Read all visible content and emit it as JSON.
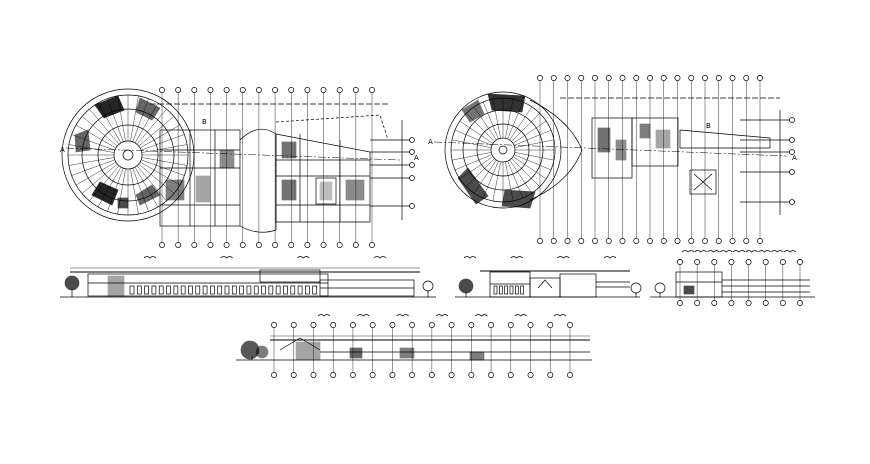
{
  "drawing": {
    "stroke_color": "#000000",
    "background_color": "#ffffff",
    "plans": [
      {
        "name": "ground-floor-plan",
        "grid_marker_count": 14,
        "section_marks": [
          "A",
          "A",
          "B"
        ]
      },
      {
        "name": "upper-floor-plan",
        "grid_marker_count": 17,
        "section_marks": [
          "A",
          "A",
          "B"
        ]
      }
    ],
    "elevations": [
      {
        "name": "long-elevation",
        "annotation_marker_count": 4
      },
      {
        "name": "short-elevation",
        "annotation_marker_count": 4
      },
      {
        "name": "section-view",
        "annotation_marker_count": 9
      }
    ],
    "long_section": {
      "name": "longitudinal-section",
      "grid_marker_count": 16
    }
  }
}
